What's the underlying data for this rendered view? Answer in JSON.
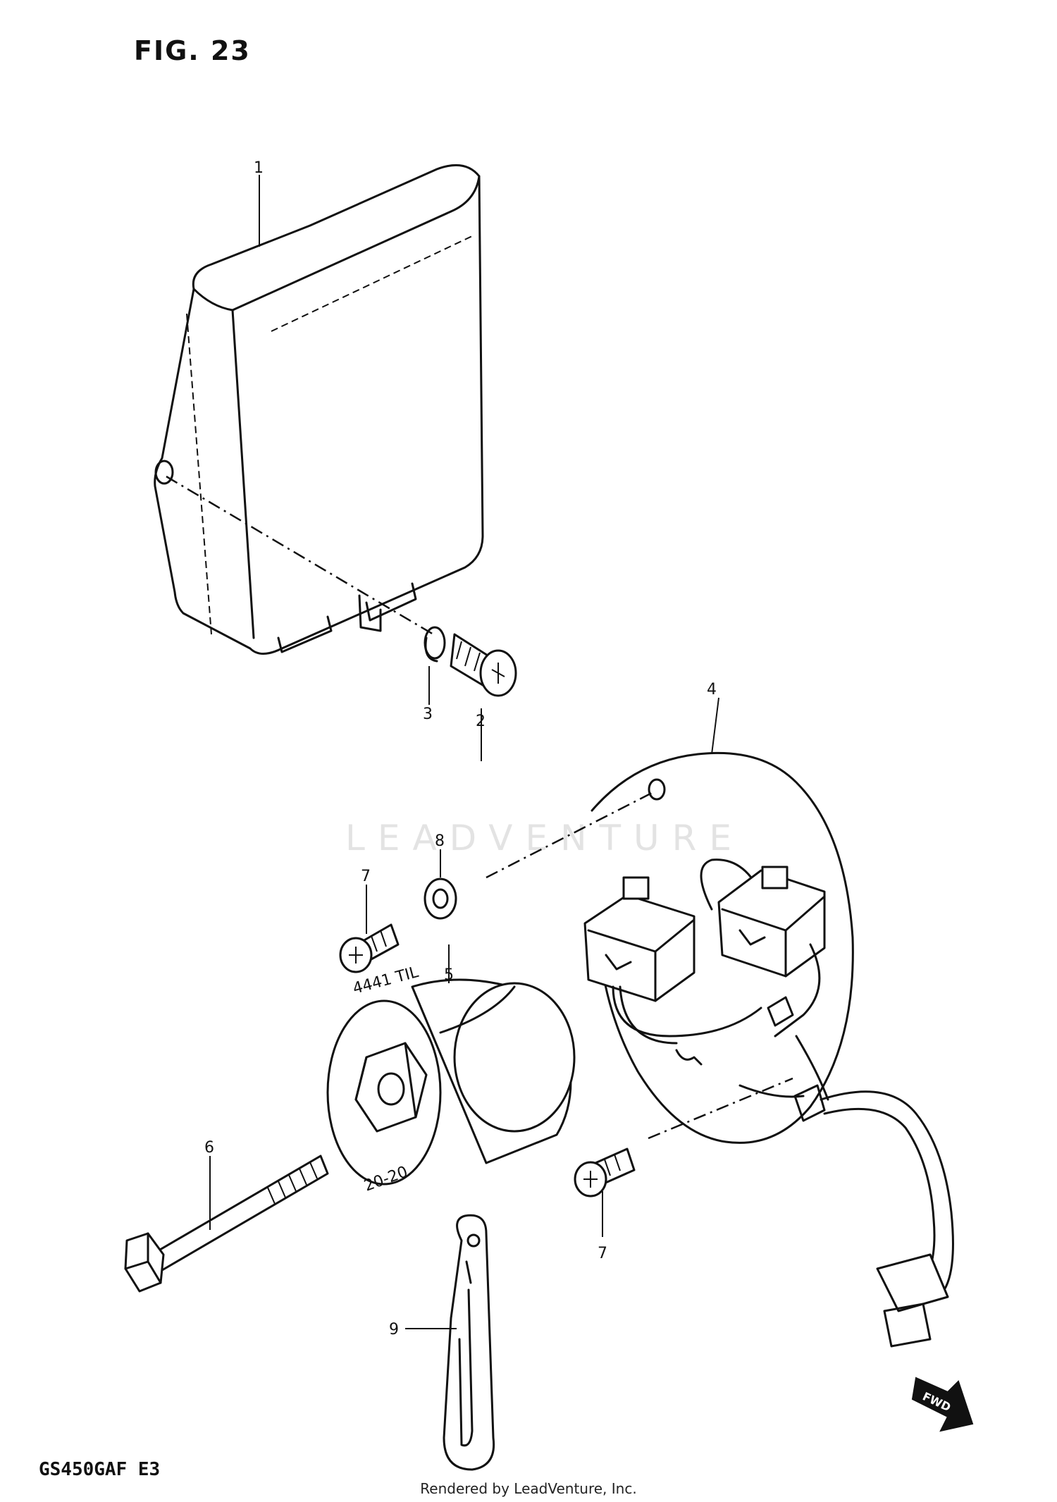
{
  "figure": {
    "title": "FIG. 23",
    "model_code": "GS450GAF E3",
    "render_note": "Rendered by LeadVenture, Inc.",
    "watermark": "LEADVENTURE",
    "fwd_label": "FWD"
  },
  "callouts": [
    "1",
    "2",
    "3",
    "4",
    "5",
    "6",
    "7",
    "7",
    "8",
    "9"
  ],
  "part_markings": {
    "rotor_text_1": "4441 TIL",
    "rotor_text_2": "20-20"
  }
}
